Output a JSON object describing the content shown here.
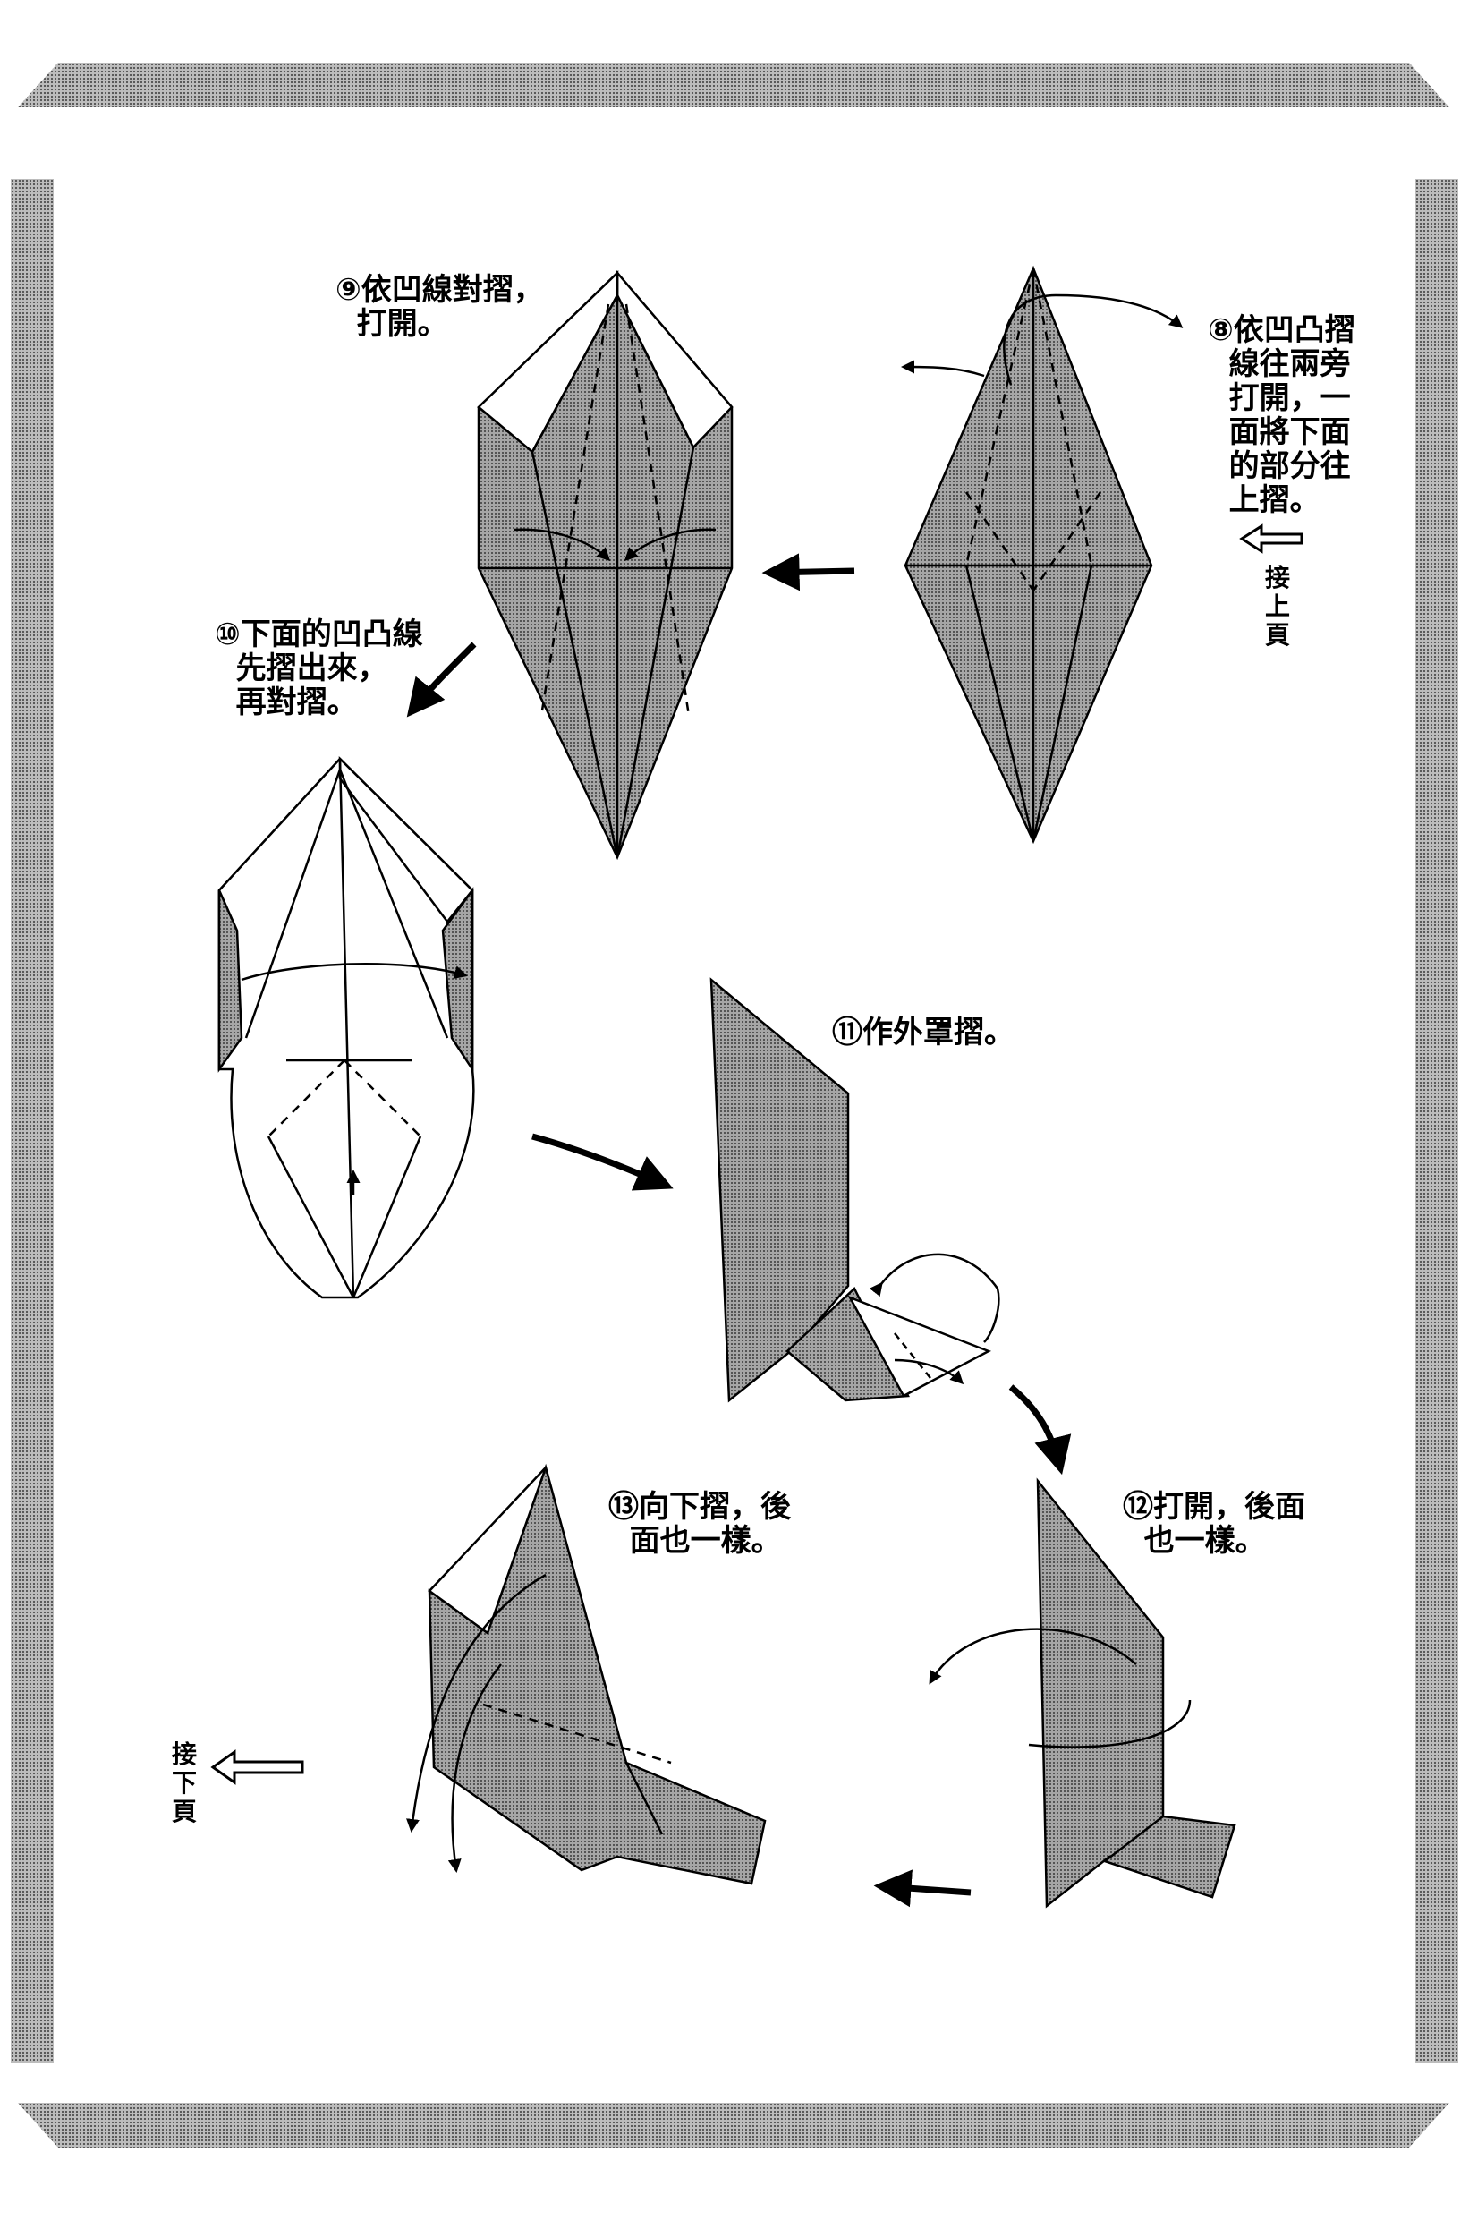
{
  "steps": {
    "s8": "⑧依凹凸摺\n  線往兩旁\n  打開，一\n  面將下面\n  的部分往\n  上摺。",
    "s9": "⑨依凹線對摺，\n  打開。",
    "s10": "⑩下面的凹凸線\n  先摺出來，\n  再對摺。",
    "s11": "⑪作外罩摺。",
    "s12": "⑫打開，後面\n  也一樣。",
    "s13": "⑬向下摺，後\n  面也一樣。"
  },
  "nav": {
    "prev_page": "接上頁",
    "next_page": "接下頁"
  },
  "colors": {
    "paper_back": "#8c8c8c",
    "paper_front": "#ffffff",
    "ink": "#000000"
  }
}
